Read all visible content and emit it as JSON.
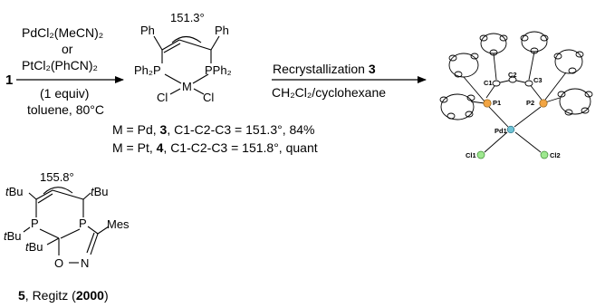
{
  "reagents": {
    "line1": "PdCl₂(MeCN)₂",
    "line2": "or",
    "line3": "PtCl₂(PhCN)₂",
    "start_compound": "1",
    "equiv": "(1 equiv)",
    "conditions": "toluene, 80°C"
  },
  "complex": {
    "angle": "151.3°",
    "ph_left": "Ph",
    "ph_right": "Ph",
    "pph2_left": "Ph₂P",
    "pph2_right": "PPh₂",
    "metal": "M",
    "cl_left": "Cl",
    "cl_right": "Cl"
  },
  "results": {
    "pd_prefix": "M = Pd, ",
    "pd_num": "3",
    "pd_suffix": ", C1-C2-C3 = 151.3°, 84%",
    "pt_prefix": "M = Pt, ",
    "pt_num": "4",
    "pt_suffix": ", C1-C2-C3 = 151.8°, quant"
  },
  "recryst": {
    "label_prefix": "Recrystallization ",
    "label_num": "3",
    "solvent": "CH₂Cl₂/cyclohexane"
  },
  "crystal": {
    "c1": "C1",
    "c2": "C2",
    "c3": "C3",
    "p1": "P1",
    "p2": "P2",
    "pd1": "Pd1",
    "cl1": "Cl1",
    "cl2": "Cl2"
  },
  "regitz": {
    "angle": "155.8°",
    "tbu_1_t": "t",
    "tbu_1_bu": "Bu",
    "tbu_2_t": "t",
    "tbu_2_bu": "Bu",
    "tbu_3_t": "t",
    "tbu_3_bu": "Bu",
    "tbu_4_t": "t",
    "tbu_4_bu": "Bu",
    "p_left": "P",
    "p_right": "P",
    "mes": "Mes",
    "o": "O",
    "n": "N",
    "caption_num": "5",
    "caption_mid": ", Regitz (",
    "caption_year": "2000",
    "caption_end": ")"
  }
}
